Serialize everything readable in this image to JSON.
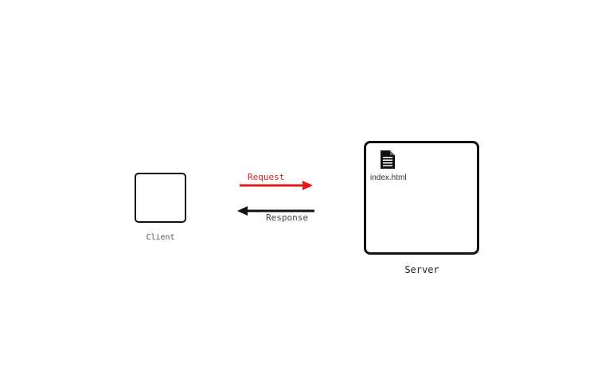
{
  "diagram": {
    "client": {
      "label": "Client"
    },
    "server": {
      "label": "Server",
      "file": {
        "icon": "document-icon",
        "name": "index.html"
      }
    },
    "request": {
      "label": "Request",
      "color": "#e01b1b",
      "direction": "client-to-server"
    },
    "response": {
      "label": "Response",
      "color": "#111111",
      "direction": "server-to-client"
    }
  }
}
